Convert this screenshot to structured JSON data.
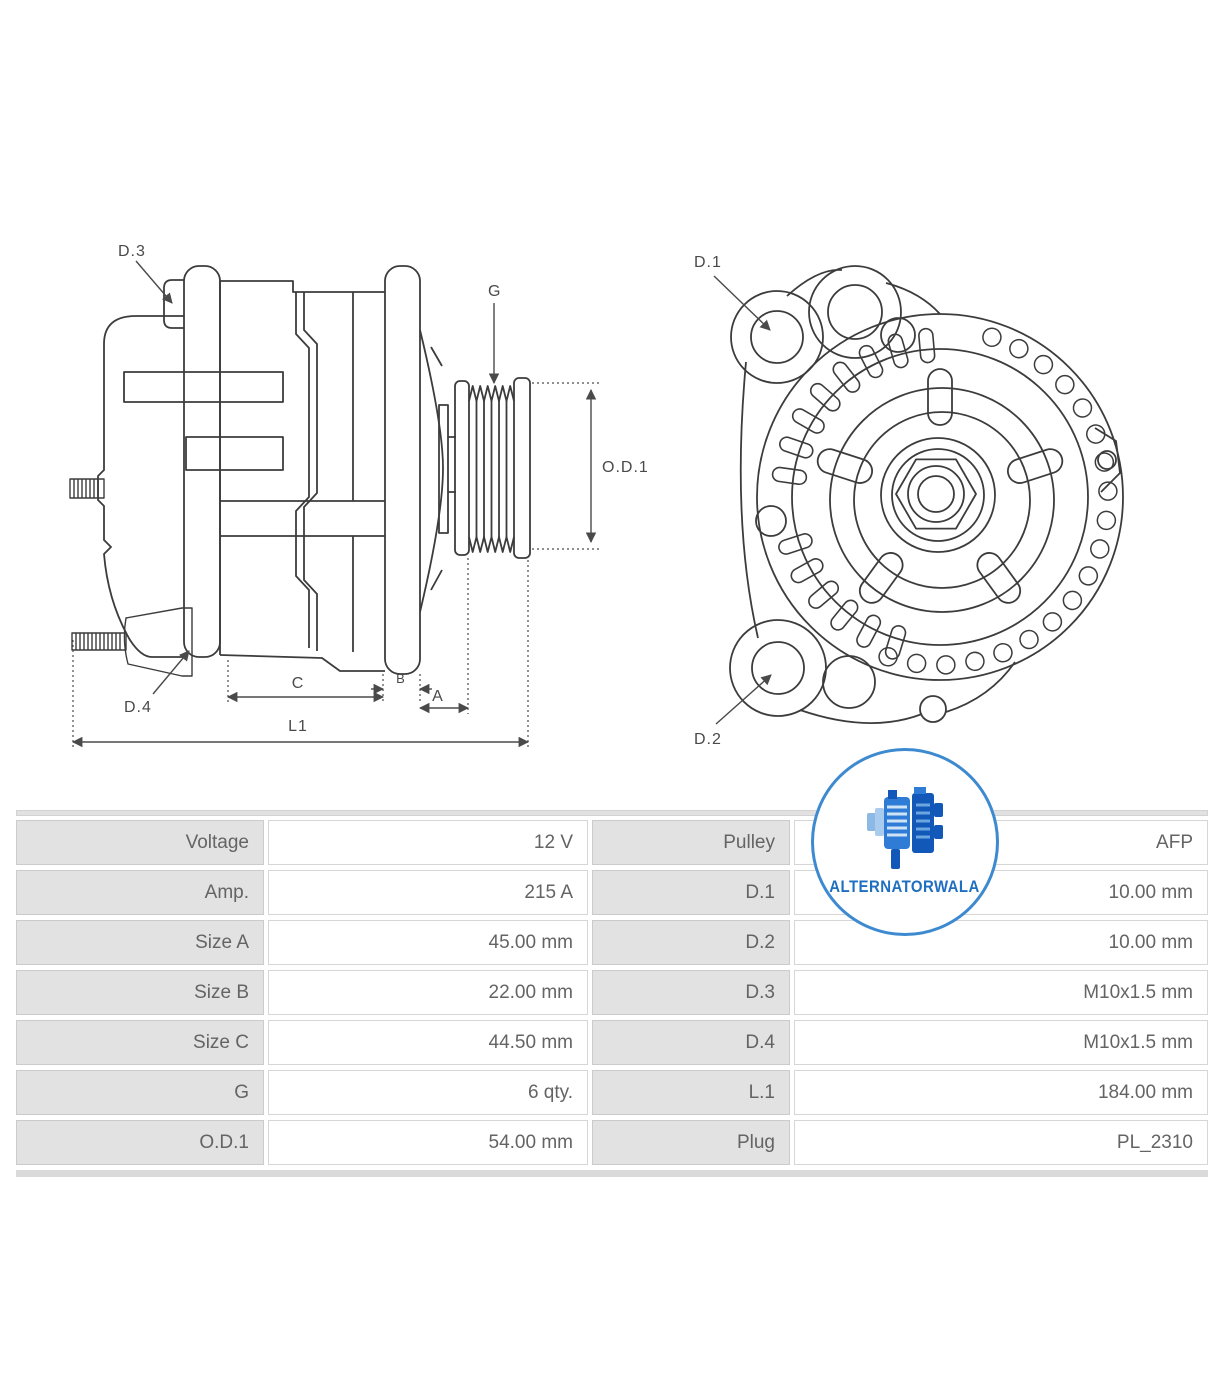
{
  "diagram_side": {
    "labels": {
      "d3": "D.3",
      "d4": "D.4",
      "g": "G",
      "od1": "O.D.1",
      "c": "C",
      "b": "B",
      "a": "A",
      "l1": "L1"
    }
  },
  "diagram_rear": {
    "labels": {
      "d1": "D.1",
      "d2": "D.2"
    }
  },
  "logo": {
    "text": "ALTERNATORWALA",
    "border_color": "#3d8ad0",
    "text_color": "#1e6fc0"
  },
  "table": {
    "rows": [
      {
        "left_label": "Voltage",
        "left_value": "12 V",
        "right_label": "Pulley",
        "right_value": "AFP"
      },
      {
        "left_label": "Amp.",
        "left_value": "215 A",
        "right_label": "D.1",
        "right_value": "10.00 mm"
      },
      {
        "left_label": "Size A",
        "left_value": "45.00 mm",
        "right_label": "D.2",
        "right_value": "10.00 mm"
      },
      {
        "left_label": "Size B",
        "left_value": "22.00 mm",
        "right_label": "D.3",
        "right_value": "M10x1.5 mm"
      },
      {
        "left_label": "Size C",
        "left_value": "44.50 mm",
        "right_label": "D.4",
        "right_value": "M10x1.5 mm"
      },
      {
        "left_label": "G",
        "left_value": "6 qty.",
        "right_label": "L.1",
        "right_value": "184.00 mm"
      },
      {
        "left_label": "O.D.1",
        "left_value": "54.00 mm",
        "right_label": "Plug",
        "right_value": "PL_2310"
      }
    ]
  }
}
